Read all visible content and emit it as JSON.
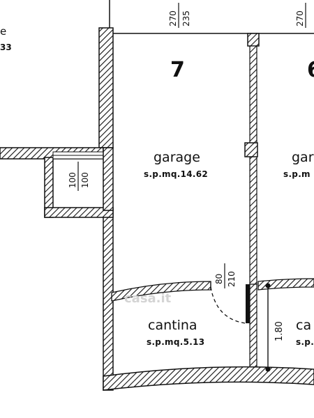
{
  "plan": {
    "top_dims": [
      {
        "top": "270",
        "bottom": "235"
      },
      {
        "top": "270",
        "bottom": ""
      }
    ],
    "left_partial": {
      "line1": "e",
      "line2": "33"
    },
    "unit_number": "7",
    "unit_number_right": "6",
    "garage": {
      "label": "garage",
      "area": "s.p.mq.14.62"
    },
    "garage_right": {
      "label": "gar",
      "area": "s.p.m"
    },
    "shaft_dim": {
      "top": "100",
      "bottom": "100"
    },
    "door_dim": {
      "top": "80",
      "bottom": "210"
    },
    "cantina": {
      "label": "cantina",
      "area": "s.p.mq.5.13"
    },
    "cantina_right": {
      "label": "ca",
      "area": "s.p."
    },
    "height_dim": "1.80",
    "watermark": "casa.it"
  }
}
